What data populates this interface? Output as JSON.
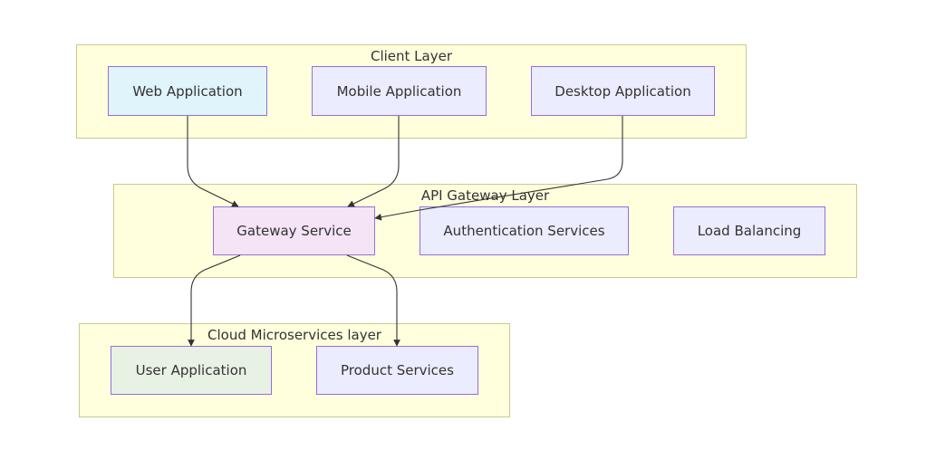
{
  "diagram": {
    "layers": {
      "client": {
        "title": "Client Layer"
      },
      "gateway": {
        "title": "API Gateway Layer"
      },
      "cloud": {
        "title": "Cloud Microservices layer"
      }
    },
    "nodes": {
      "web_app": {
        "label": "Web Application",
        "fill": "#dff4fb",
        "stroke": "#9370db"
      },
      "mobile_app": {
        "label": "Mobile Application",
        "fill": "#ececff",
        "stroke": "#9370db"
      },
      "desktop_app": {
        "label": "Desktop Application",
        "fill": "#ececff",
        "stroke": "#9370db"
      },
      "gateway_service": {
        "label": "Gateway Service",
        "fill": "#f4e4f6",
        "stroke": "#9370db"
      },
      "auth_services": {
        "label": "Authentication Services",
        "fill": "#ececff",
        "stroke": "#9370db"
      },
      "load_balancing": {
        "label": "Load Balancing",
        "fill": "#ececff",
        "stroke": "#9370db"
      },
      "user_app": {
        "label": "User Application",
        "fill": "#e8f2e4",
        "stroke": "#9370db"
      },
      "product_services": {
        "label": "Product Services",
        "fill": "#ececff",
        "stroke": "#9370db"
      }
    },
    "edges": [
      {
        "from": "web_app",
        "to": "gateway_service"
      },
      {
        "from": "mobile_app",
        "to": "gateway_service"
      },
      {
        "from": "desktop_app",
        "to": "gateway_service"
      },
      {
        "from": "gateway_service",
        "to": "user_app"
      },
      {
        "from": "gateway_service",
        "to": "product_services"
      }
    ],
    "colors": {
      "layer_fill": "#ffffde",
      "layer_stroke": "#c9c98f",
      "edge": "#333333",
      "text": "#333333"
    }
  }
}
